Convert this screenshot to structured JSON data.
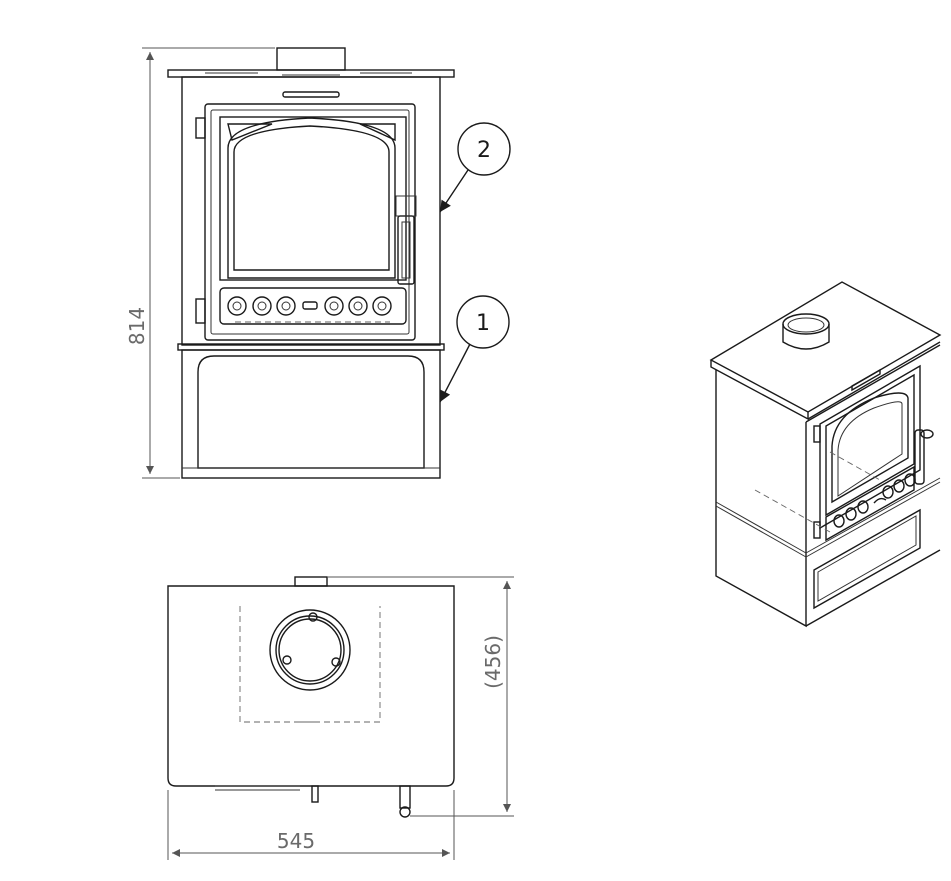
{
  "dimensions": {
    "height": "814",
    "depth": "(456)",
    "width": "545"
  },
  "callouts": [
    {
      "label": "2"
    },
    {
      "label": "1"
    }
  ]
}
